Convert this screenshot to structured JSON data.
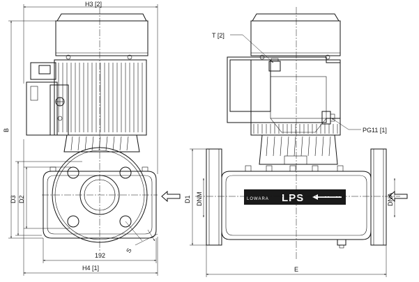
{
  "labels": {
    "h3": "H3 [2]",
    "b": "B",
    "d3": "D3",
    "d2": "D2",
    "width_192": "192",
    "h4": "H4 [1]",
    "s": "S",
    "t": "T [2]",
    "pg11": "PG11 [1]",
    "d1": "D1",
    "dnm": "DNM",
    "dna": "DNA",
    "e": "E"
  },
  "logo": {
    "prefix": "LOWARA",
    "model": "LPS"
  },
  "icons": {
    "flow_arrow": "hollow-arrow-left",
    "logo_arrow": "arrow-left"
  }
}
